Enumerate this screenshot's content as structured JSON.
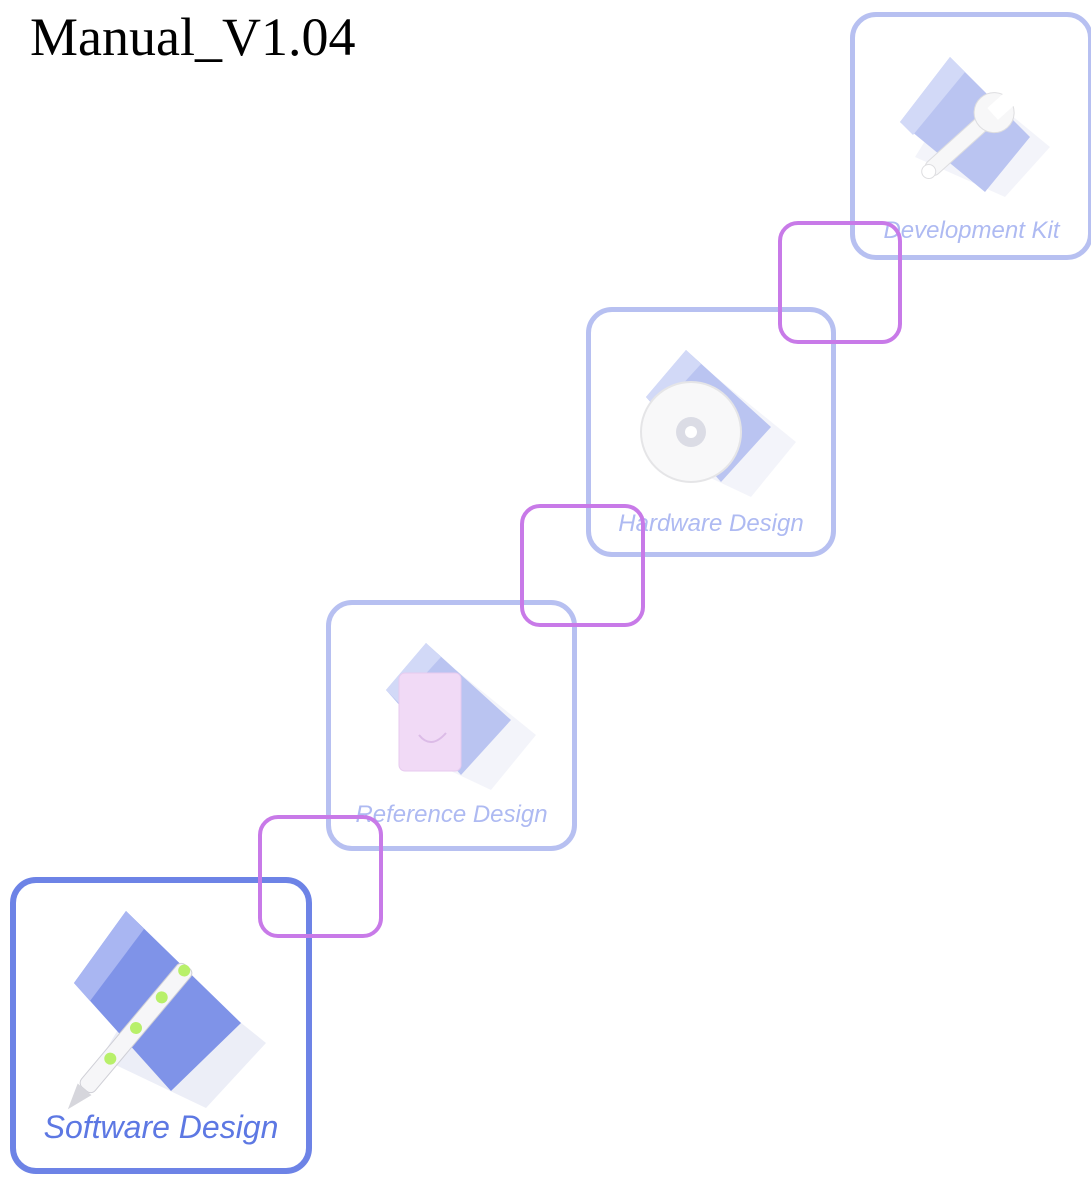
{
  "document": {
    "title": "Manual_V1.04"
  },
  "tiles": {
    "development_kit": {
      "label": "Development Kit",
      "icon": "folder-wrench-icon",
      "state": "faded"
    },
    "hardware_design": {
      "label": "Hardware Design",
      "icon": "folder-cd-icon",
      "state": "faded"
    },
    "reference_design": {
      "label": "Reference Design",
      "icon": "folder-document-icon",
      "state": "faded"
    },
    "software_design": {
      "label": "Software Design",
      "icon": "folder-pen-icon",
      "state": "selected"
    }
  },
  "colors": {
    "tile_border_faded": "#b7c0f1",
    "tile_border_active": "#6d83e6",
    "connector_border": "#c87ae8",
    "label_faded": "#aebaf2",
    "label_active": "#5d78e3"
  }
}
